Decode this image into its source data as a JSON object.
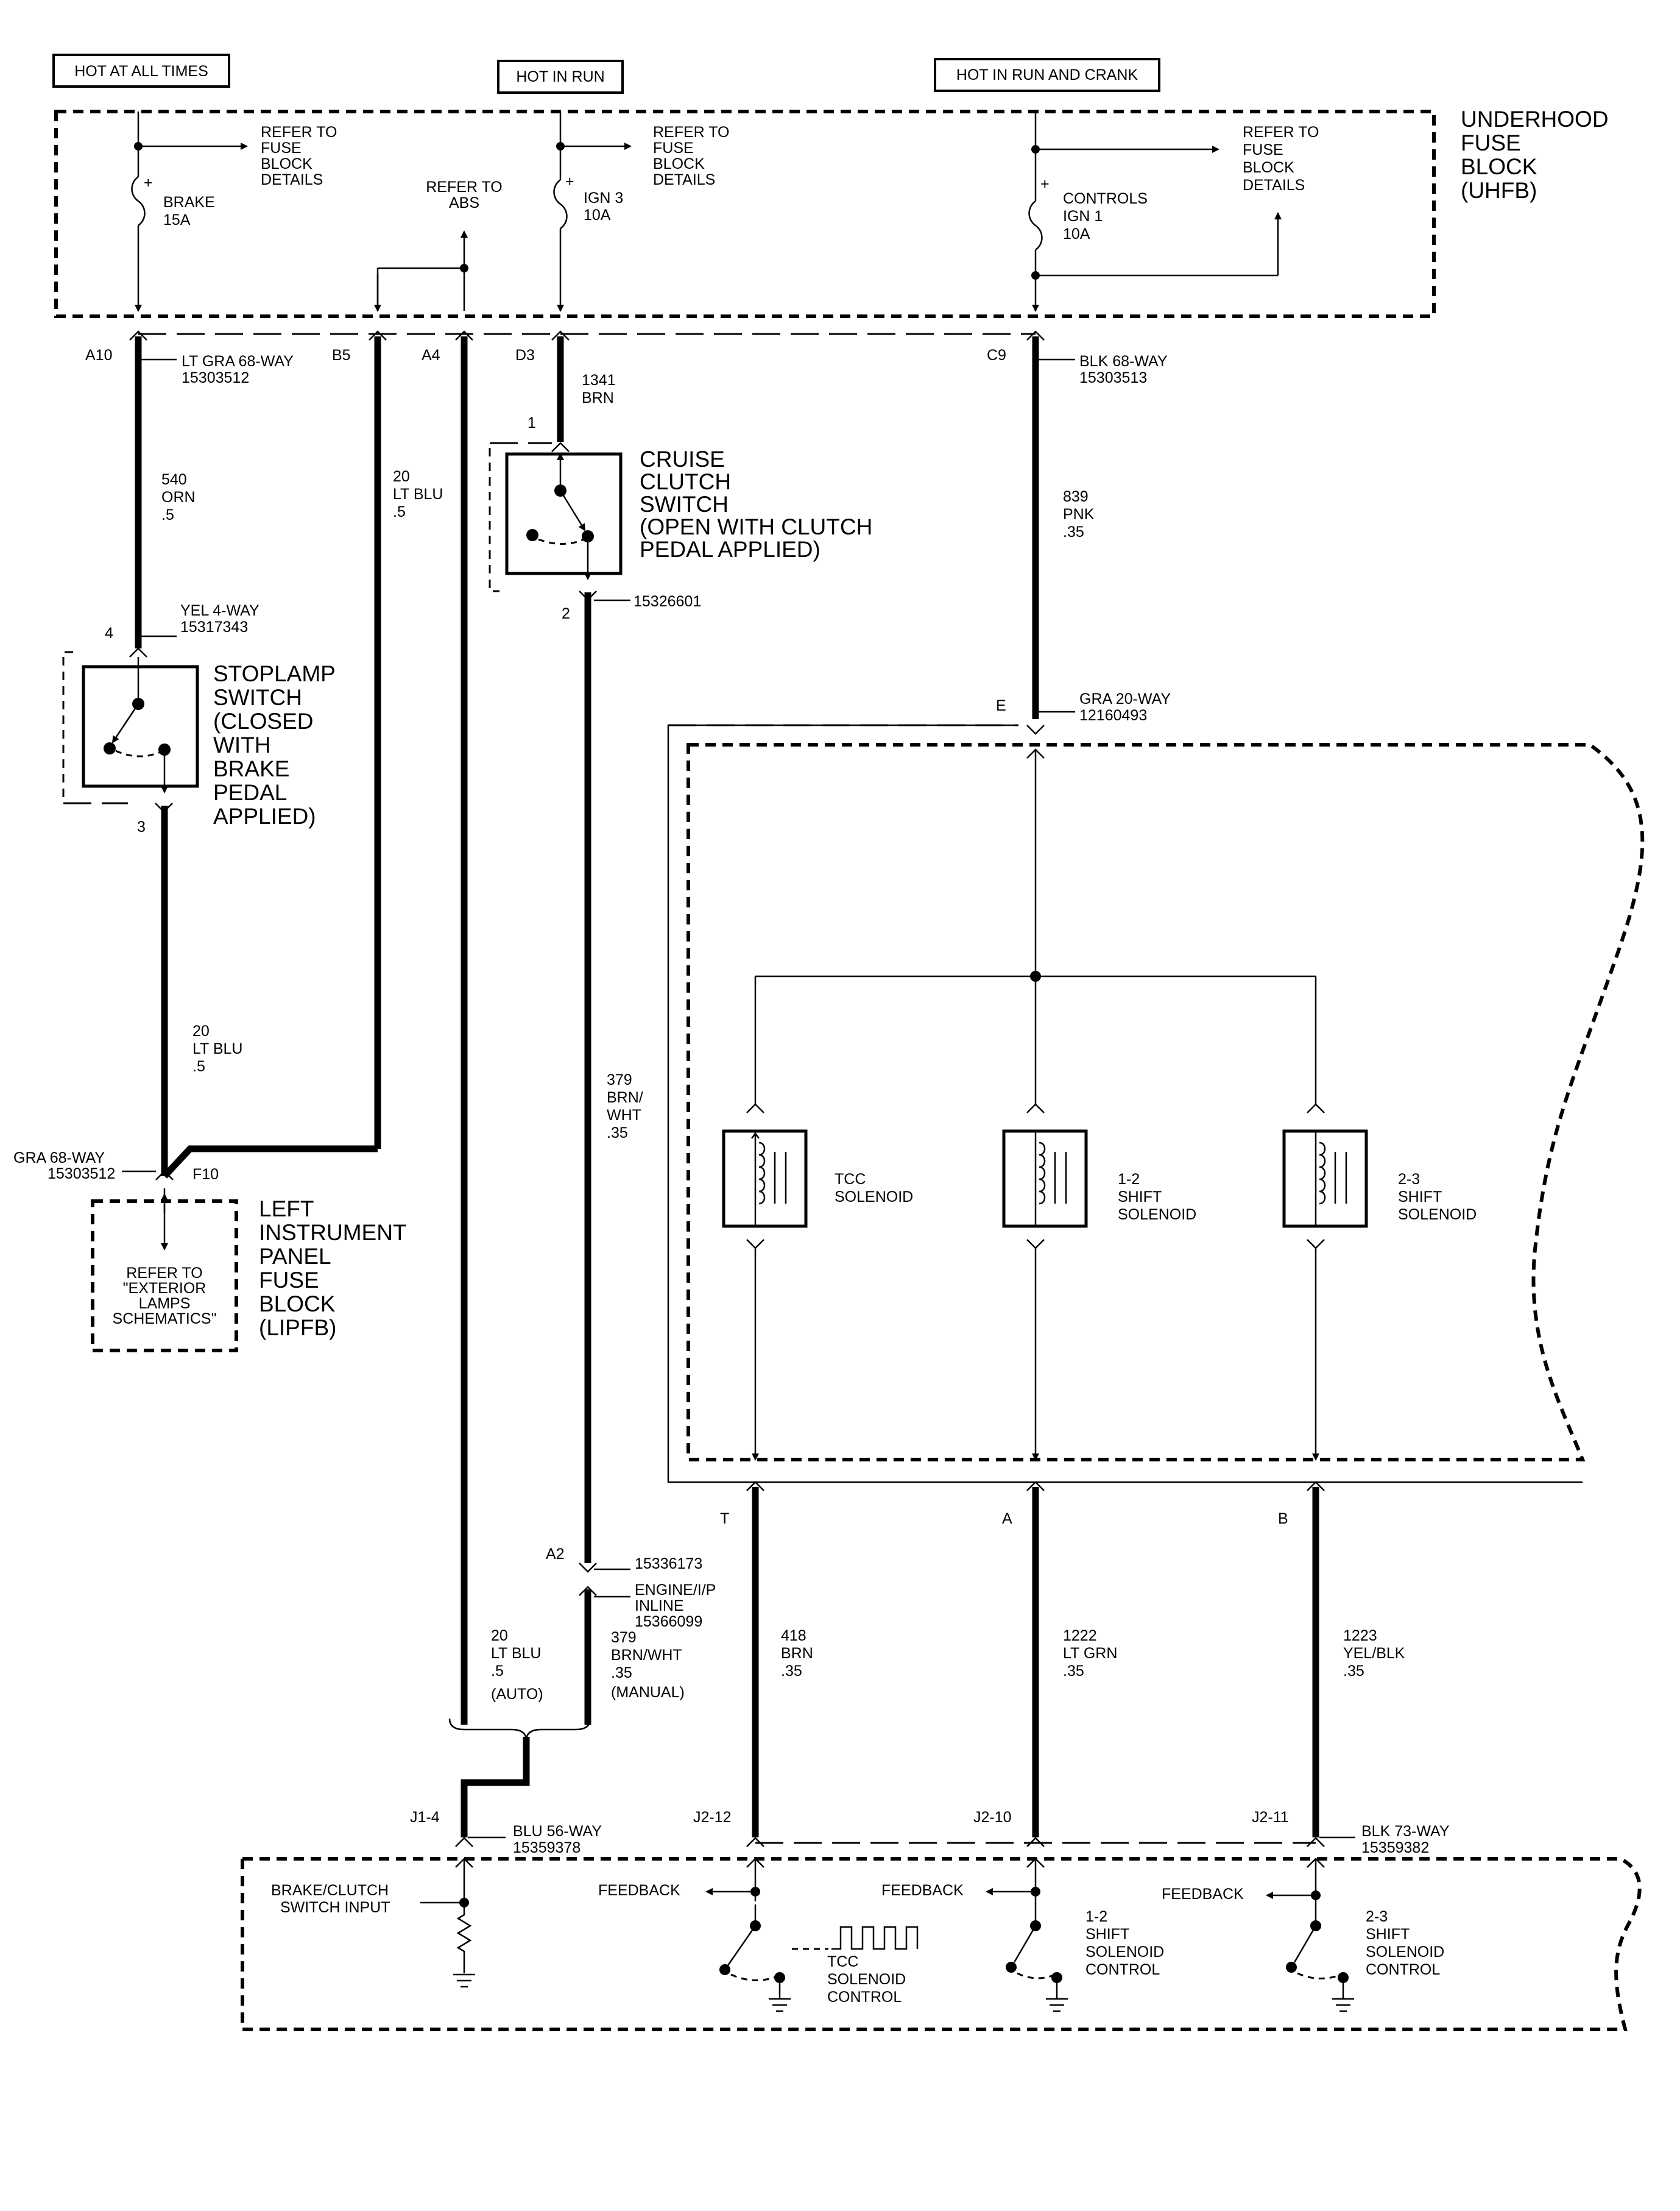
{
  "headers": {
    "hot_at_all_times": "HOT AT ALL TIMES",
    "hot_in_run": "HOT IN RUN",
    "hot_in_run_and_crank": "HOT IN RUN AND CRANK"
  },
  "uhfb": {
    "title": [
      "UNDERHOOD",
      "FUSE",
      "BLOCK",
      "(UHFB)"
    ],
    "refer_fuse_block_details": [
      "REFER TO",
      "FUSE",
      "BLOCK",
      "DETAILS"
    ],
    "refer_abs": [
      "REFER TO",
      "ABS"
    ],
    "fuse_brake": [
      "BRAKE",
      "15A"
    ],
    "fuse_ign3": [
      "IGN 3",
      "10A"
    ],
    "fuse_controls": [
      "CONTROLS",
      "IGN 1",
      "10A"
    ],
    "fuse_plus": "+"
  },
  "connectors": {
    "c_lt_gra_68": [
      "LT GRA 68-WAY",
      "15303512"
    ],
    "c_blk_68": [
      "BLK 68-WAY",
      "15303513"
    ],
    "c_yel_4": [
      "YEL 4-WAY",
      "15317343"
    ],
    "c_15326601": "15326601",
    "c_gra_20": [
      "GRA 20-WAY",
      "12160493"
    ],
    "c_gra_68": [
      "GRA 68-WAY",
      "15303512"
    ],
    "c_15336173": "15336173",
    "c_inline": [
      "ENGINE/I/P",
      "INLINE",
      "15366099"
    ],
    "c_blu_56": [
      "BLU 56-WAY",
      "15359378"
    ],
    "c_blk_73": [
      "BLK 73-WAY",
      "15359382"
    ]
  },
  "pins": {
    "a10": "A10",
    "b5": "B5",
    "a4": "A4",
    "d3": "D3",
    "c9": "C9",
    "p1": "1",
    "p2": "2",
    "p4": "4",
    "p3": "3",
    "e": "E",
    "f10": "F10",
    "a2": "A2",
    "t": "T",
    "a": "A",
    "b": "B",
    "j1_4": "J1-4",
    "j2_12": "J2-12",
    "j2_10": "J2-10",
    "j2_11": "J2-11"
  },
  "wires": {
    "w540": [
      "540",
      "ORN",
      ".5"
    ],
    "w20_b5": [
      "20",
      "LT BLU",
      ".5"
    ],
    "w1341": [
      "1341",
      "BRN"
    ],
    "w839": [
      "839",
      "PNK",
      ".35"
    ],
    "w20_stop": [
      "20",
      "LT BLU",
      ".5"
    ],
    "w379": [
      "379",
      "BRN/",
      "WHT",
      ".35"
    ],
    "w20_auto": [
      "20",
      "LT BLU",
      ".5",
      "(AUTO)"
    ],
    "w379_manual": [
      "379",
      "BRN/WHT",
      ".35",
      "(MANUAL)"
    ],
    "w418": [
      "418",
      "BRN",
      ".35"
    ],
    "w1222": [
      "1222",
      "LT GRN",
      ".35"
    ],
    "w1223": [
      "1223",
      "YEL/BLK",
      ".35"
    ]
  },
  "components": {
    "cruise_clutch": [
      "CRUISE",
      "CLUTCH",
      "SWITCH",
      "(OPEN WITH CLUTCH",
      "PEDAL APPLIED)"
    ],
    "stoplamp": [
      "STOPLAMP",
      "SWITCH",
      "(CLOSED",
      "WITH",
      "BRAKE",
      "PEDAL",
      "APPLIED)"
    ],
    "lipfb_title": [
      "LEFT",
      "INSTRUMENT",
      "PANEL",
      "FUSE",
      "BLOCK",
      "(LIPFB)"
    ],
    "lipfb_refer": [
      "REFER TO",
      "\"EXTERIOR",
      "LAMPS",
      "SCHEMATICS\""
    ],
    "tcc_solenoid": [
      "TCC",
      "SOLENOID"
    ],
    "shift_12": [
      "1-2",
      "SHIFT",
      "SOLENOID"
    ],
    "shift_23": [
      "2-3",
      "SHIFT",
      "SOLENOID"
    ]
  },
  "pcm": {
    "brake_clutch_input": [
      "BRAKE/CLUTCH",
      "SWITCH INPUT"
    ],
    "feedback": "FEEDBACK",
    "tcc_control": [
      "TCC",
      "SOLENOID",
      "CONTROL"
    ],
    "shift_12_control": [
      "1-2",
      "SHIFT",
      "SOLENOID",
      "CONTROL"
    ],
    "shift_23_control": [
      "2-3",
      "SHIFT",
      "SOLENOID",
      "CONTROL"
    ]
  }
}
